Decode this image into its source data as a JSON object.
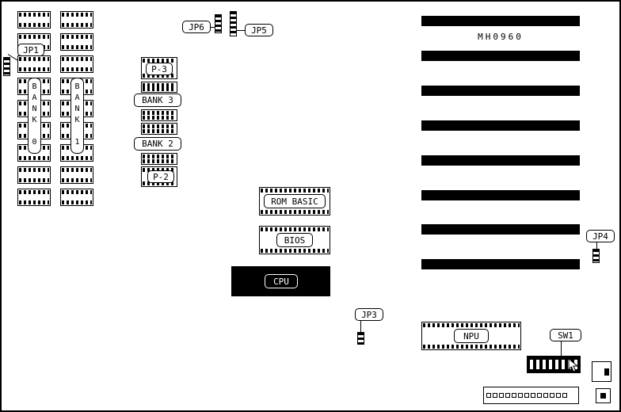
{
  "board_id": "MH0960",
  "memory": {
    "bank0": "BANK 0",
    "bank1": "BANK 1",
    "bank2": "BANK 2",
    "bank3": "BANK 3"
  },
  "sockets": {
    "p2": "P-2",
    "p3": "P-3"
  },
  "chips": {
    "rom_basic": "ROM BASIC",
    "bios": "BIOS",
    "cpu": "CPU",
    "npu": "NPU"
  },
  "jumpers": {
    "jp1": "JP1",
    "jp3": "JP3",
    "jp4": "JP4",
    "jp5": "JP5",
    "jp6": "JP6"
  },
  "switches": {
    "sw1": "SW1"
  }
}
